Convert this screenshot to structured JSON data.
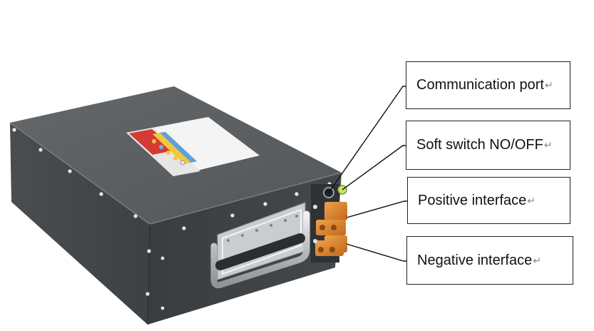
{
  "callouts": {
    "communication_port": "Communication port",
    "soft_switch": "Soft switch NO/OFF",
    "positive_interface": "Positive interface",
    "negative_interface": "Negative interface",
    "return_mark": "↵"
  },
  "colors": {
    "case_top": "#5a5d60",
    "case_side": "#45484b",
    "case_front": "#3b3e41",
    "connector": "#d9832e",
    "leader_line": "#111111"
  },
  "icons": [
    "battery-case",
    "warning-label",
    "handle",
    "rivet",
    "communication-port",
    "soft-switch",
    "anderson-connector"
  ]
}
